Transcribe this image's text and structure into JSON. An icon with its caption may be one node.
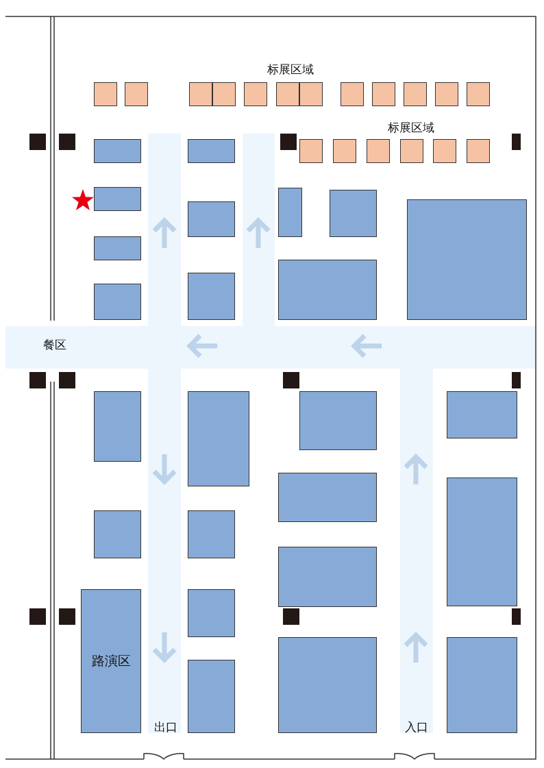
{
  "diagram": {
    "nodes": [
      {
        "text": [],
        "shape": "box"
      },
      {
        "text": [],
        "shape": "box"
      },
      {
        "text": [],
        "shape": "box"
      },
      {
        "text": [],
        "shape": "box"
      },
      {
        "text": [],
        "shape": "box"
      },
      {
        "text": [],
        "shape": "box"
      },
      {
        "text": [],
        "shape": "box"
      },
      {
        "text": [],
        "shape": "box"
      },
      {
        "text": [],
        "shape": "box"
      },
      {
        "text": [],
        "shape": "box"
      },
      {
        "text": [],
        "shape": "box"
      },
      {
        "text": [],
        "shape": "box"
      },
      {
        "text": [],
        "shape": "box"
      },
      {
        "text": [],
        "shape": "box"
      },
      {
        "text": [],
        "shape": "box"
      },
      {
        "text": [],
        "shape": "box"
      },
      {
        "text": [],
        "shape": "box"
      },
      {
        "text": [],
        "shape": "box"
      },
      {
        "text": [],
        "shape": "box"
      },
      {
        "text": [],
        "shape": "box"
      },
      {
        "text": [],
        "shape": "box"
      },
      {
        "text": [],
        "shape": "box"
      },
      {
        "text": [],
        "shape": "box"
      },
      {
        "text": [],
        "shape": "box"
      },
      {
        "text": [],
        "shape": "box"
      },
      {
        "text": [],
        "shape": "box"
      },
      {
        "text": [],
        "shape": "box"
      },
      {
        "text": [],
        "shape": "box"
      },
      {
        "text": [],
        "shape": "box"
      },
      {
        "text": [],
        "shape": "box"
      },
      {
        "text": [],
        "shape": "box"
      },
      {
        "text": [],
        "shape": "box"
      },
      {
        "text": [],
        "shape": "box"
      },
      {
        "text": [],
        "shape": "box"
      },
      {
        "text": [],
        "shape": "box"
      },
      {
        "text": [],
        "shape": "box"
      },
      {
        "text": [],
        "shape": "box"
      },
      {
        "text": [],
        "shape": "box"
      },
      {
        "text": [
          "路演区"
        ]
      },
      {
        "text": [],
        "shape": "box"
      },
      {
        "text": [],
        "shape": "box"
      },
      {
        "text": [],
        "shape": "box"
      },
      {
        "text": [],
        "shape": "box"
      }
    ],
    "edges": [],
    "labels": [
      "标展区域",
      "标展区域",
      "餐区",
      "出口",
      "入口"
    ]
  }
}
